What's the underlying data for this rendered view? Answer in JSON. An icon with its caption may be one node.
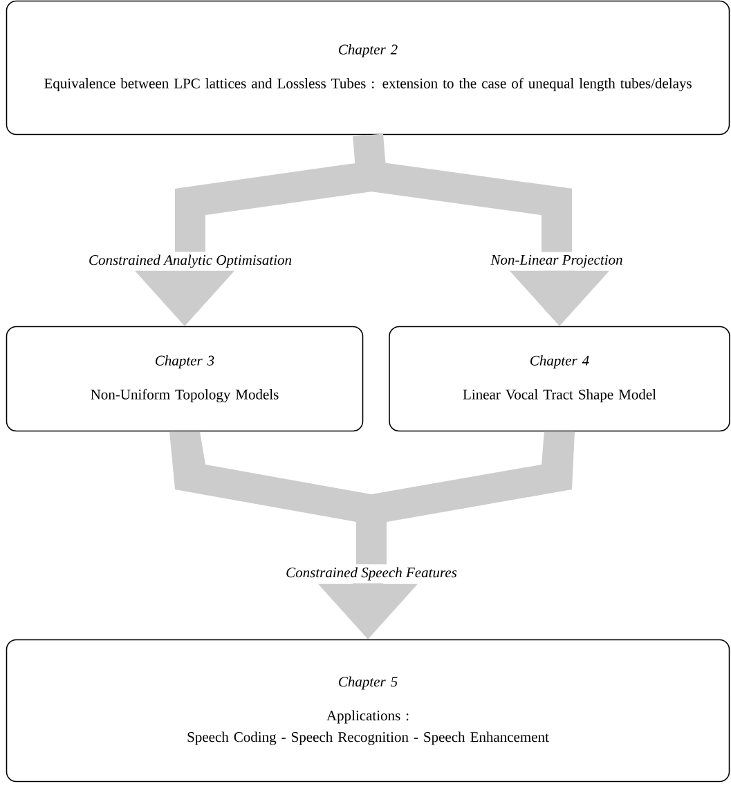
{
  "diagram": {
    "nodes": [
      {
        "text": [
          "Chapter 2",
          "Equivalence between LPC lattices and Lossless Tubes : extension to the case of unequal length tubes/delays"
        ]
      },
      {
        "text": [
          "Constrained Analytic Optimisation"
        ]
      },
      {
        "text": [
          "Non-Linear Projection"
        ]
      },
      {
        "text": [
          "Chapter 3",
          "Non-Uniform Topology Models"
        ]
      },
      {
        "text": [
          "Chapter 4",
          "Linear Vocal Tract Shape Model"
        ]
      },
      {
        "text": [
          "Constrained Speech Features"
        ]
      },
      {
        "text": [
          "Chapter 5",
          "Applications :",
          "Speech Coding - Speech Recognition - Speech Enhancement"
        ]
      }
    ],
    "edges": [
      {
        "from": 0,
        "to": 1,
        "arrow": "none"
      },
      {
        "from": 0,
        "to": 2,
        "arrow": "none"
      },
      {
        "from": 1,
        "to": 3,
        "arrow": "to"
      },
      {
        "from": 2,
        "to": 4,
        "arrow": "to"
      },
      {
        "from": 3,
        "to": 5,
        "arrow": "none"
      },
      {
        "from": 4,
        "to": 5,
        "arrow": "none"
      },
      {
        "from": 5,
        "to": 6,
        "arrow": "to"
      }
    ]
  }
}
